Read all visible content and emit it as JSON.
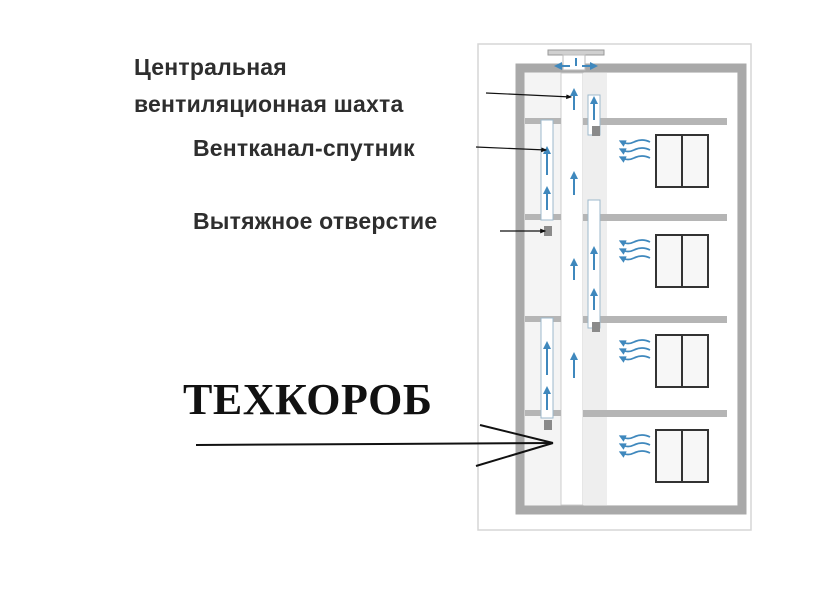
{
  "labels": {
    "central_shaft_line1": "Центральная",
    "central_shaft_line2": "вентиляционная шахта",
    "satellite_duct": "Вентканал-спутник",
    "exhaust_opening": "Вытяжное отверстие",
    "technical_box": "ТЕХКОРОБ"
  },
  "colors": {
    "airflow_arrow": "#3f88bd",
    "wall": "#c8c8c8",
    "wall_dark": "#a9a9a9",
    "window_frame": "#333333",
    "leader_line": "#111111"
  },
  "floors": [
    {
      "index": 1,
      "window": true,
      "air_inflow_icon": "wind-arrows-icon"
    },
    {
      "index": 2,
      "window": true,
      "air_inflow_icon": "wind-arrows-icon"
    },
    {
      "index": 3,
      "window": true,
      "air_inflow_icon": "wind-arrows-icon"
    },
    {
      "index": 4,
      "window": true,
      "air_inflow_icon": "wind-arrows-icon"
    }
  ]
}
